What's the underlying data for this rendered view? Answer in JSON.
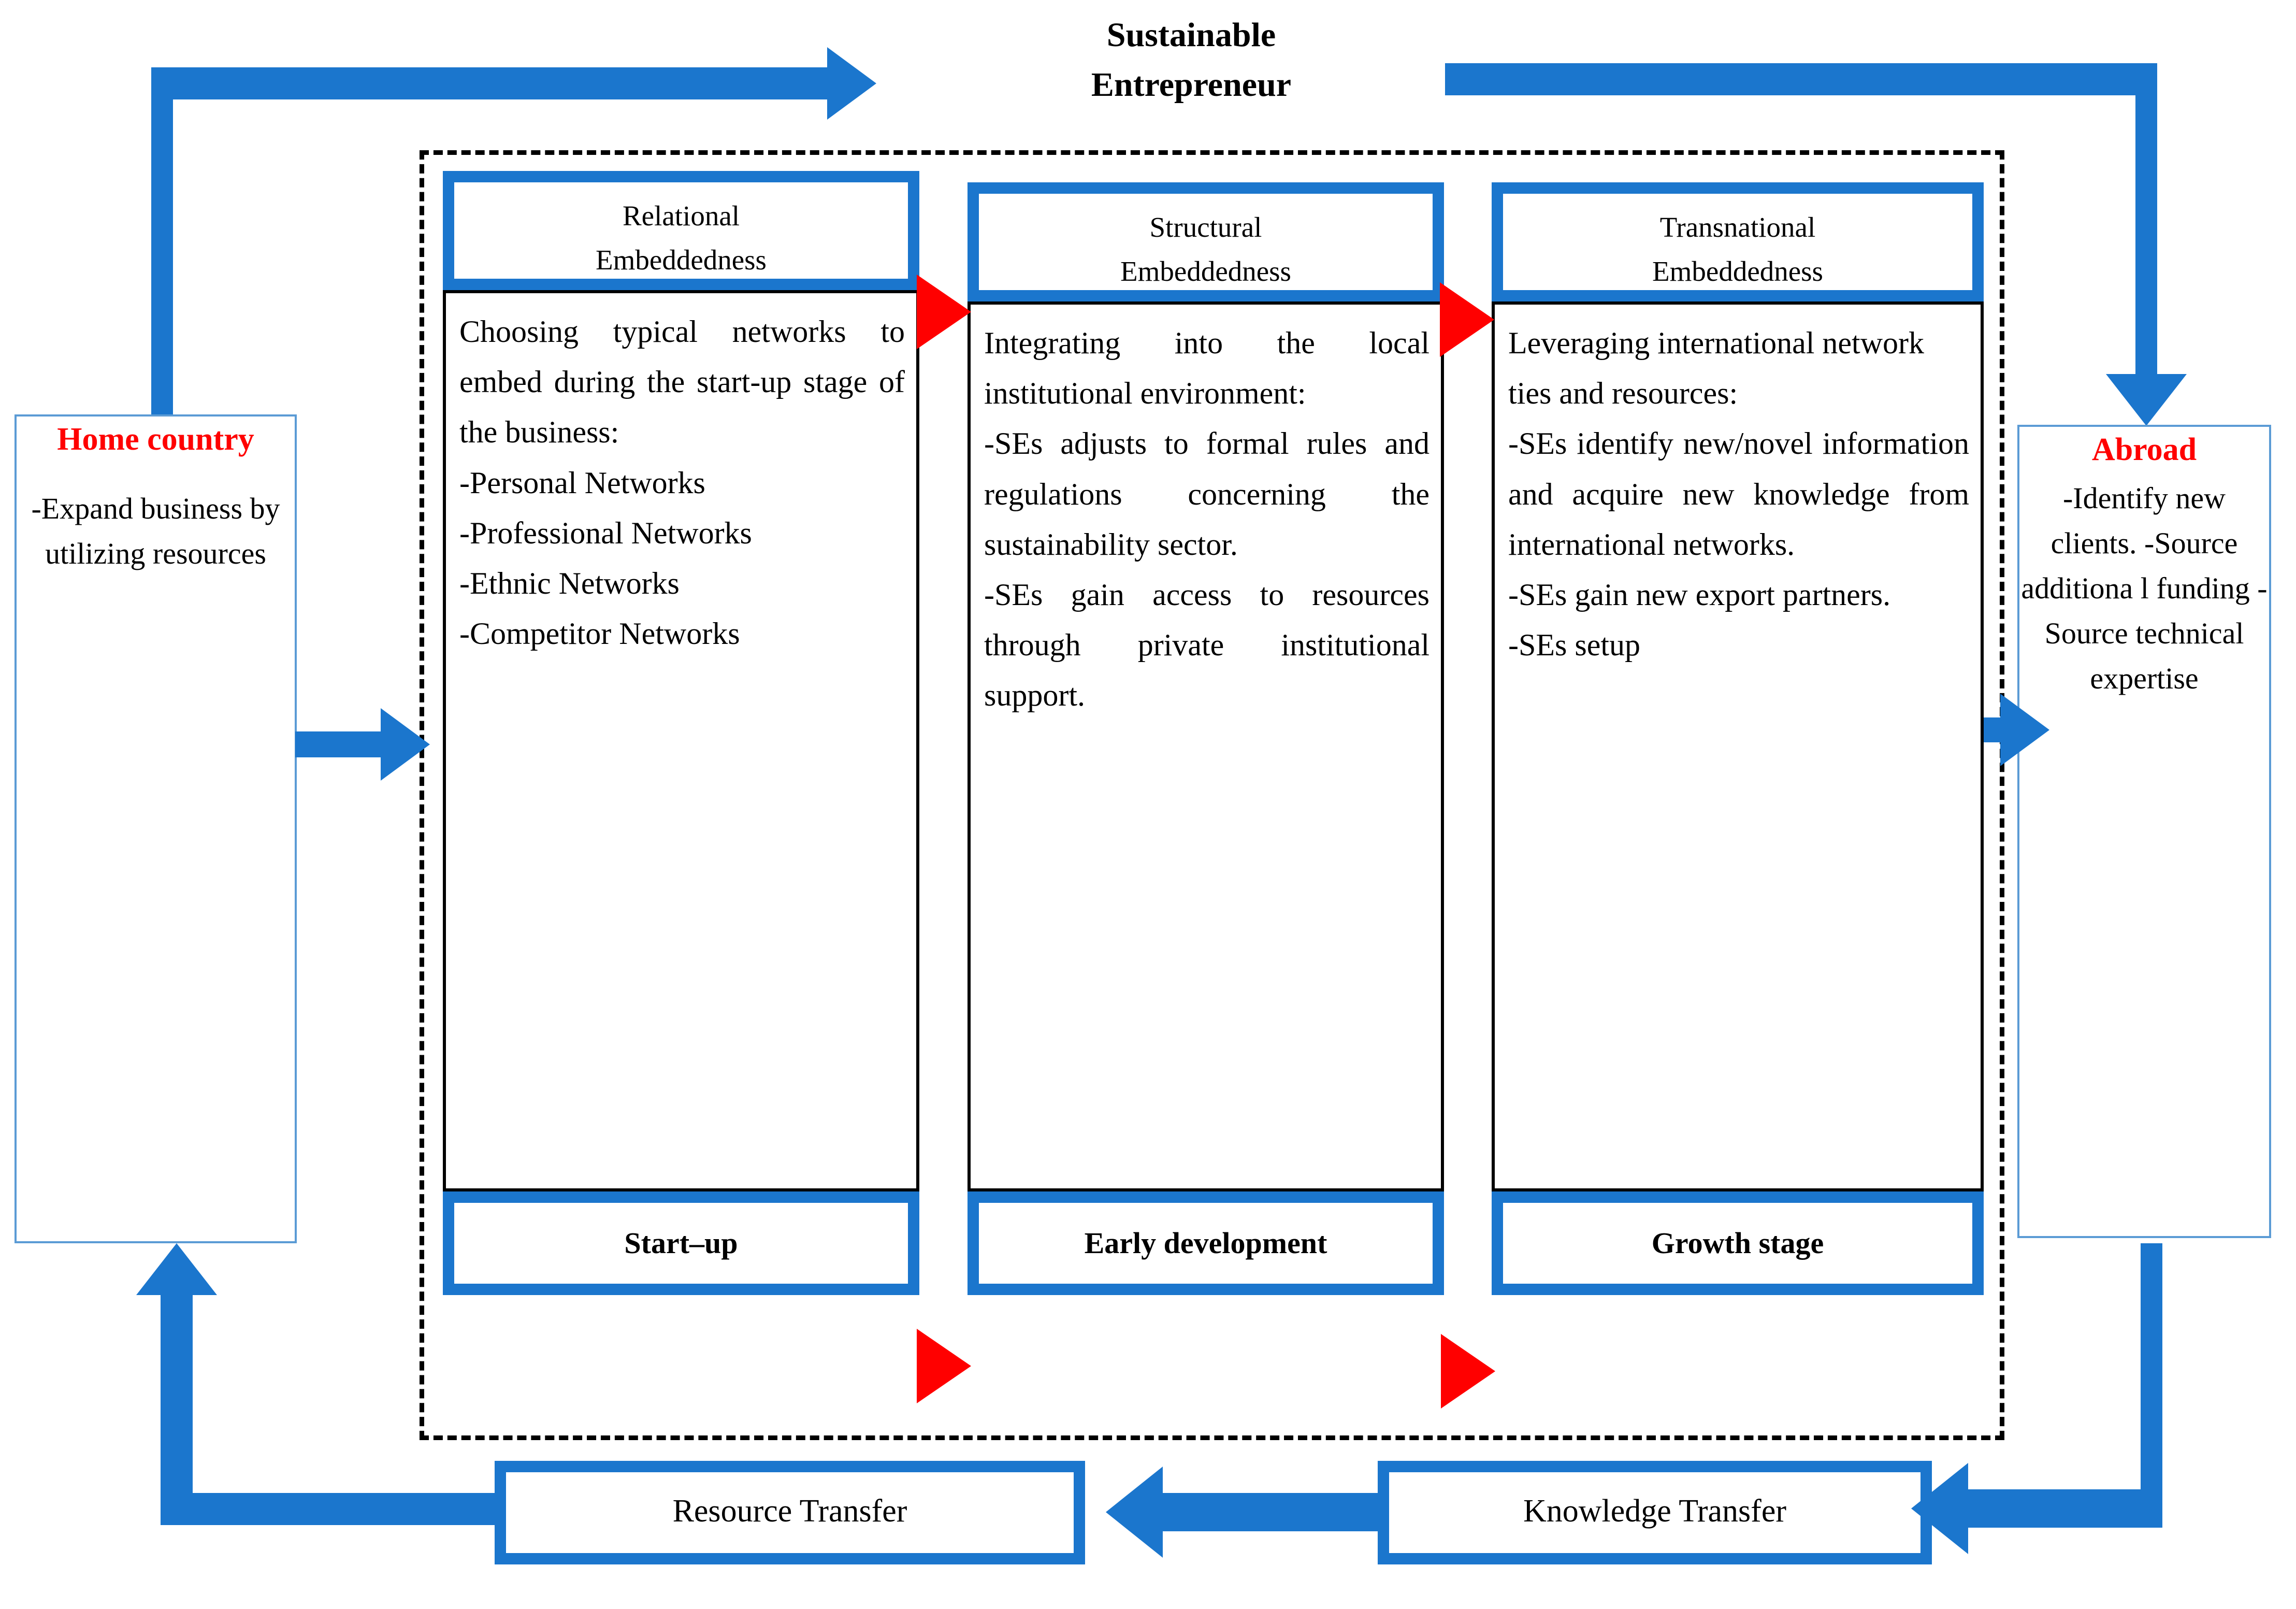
{
  "title": "Sustainable\nEntrepreneur",
  "title_line1": "Sustainable",
  "title_line2": "Entrepreneur",
  "colors": {
    "blue": "#1b76cd",
    "light_blue": "#5b9bd5",
    "red": "#ff0000",
    "black": "#000000",
    "background": "#ffffff"
  },
  "home_country": {
    "heading": "Home country",
    "body": "-Expand business by utilizing resources"
  },
  "abroad": {
    "heading": "Abroad",
    "body": "-Identify new clients. -Source additiona l funding -Source technical expertise"
  },
  "columns": [
    {
      "header": "Relational Embeddedness",
      "header_line1": "Relational",
      "header_line2": "Embeddedness",
      "intro": "Choosing typical networks to embed during the start-up stage of the business:",
      "bullets": [
        "-Personal Networks",
        "-Professional Networks",
        "-Ethnic Networks",
        "-Competitor Networks"
      ],
      "stage": "Start–up"
    },
    {
      "header": "Structural Embeddedness",
      "header_line1": "Structural",
      "header_line2": "Embeddedness",
      "intro": "Integrating into the local institutional environment:",
      "bullets": [
        "-SEs adjusts to formal rules and regulations concerning the sustainability sector.",
        "-SEs gain access to resources through private institutional support."
      ],
      "stage": "Early development"
    },
    {
      "header": "Transnational Embeddedness",
      "header_line1": "Transnational",
      "header_line2": "Embeddedness",
      "intro": "Leveraging international network ties and resources:",
      "bullets": [
        "-SEs identify new/novel information and acquire new knowledge from international networks.",
        "-SEs gain new export partners.",
        "-SEs setup"
      ],
      "stage": "Growth stage"
    }
  ],
  "transfers": {
    "resource": "Resource Transfer",
    "knowledge": "Knowledge Transfer"
  }
}
